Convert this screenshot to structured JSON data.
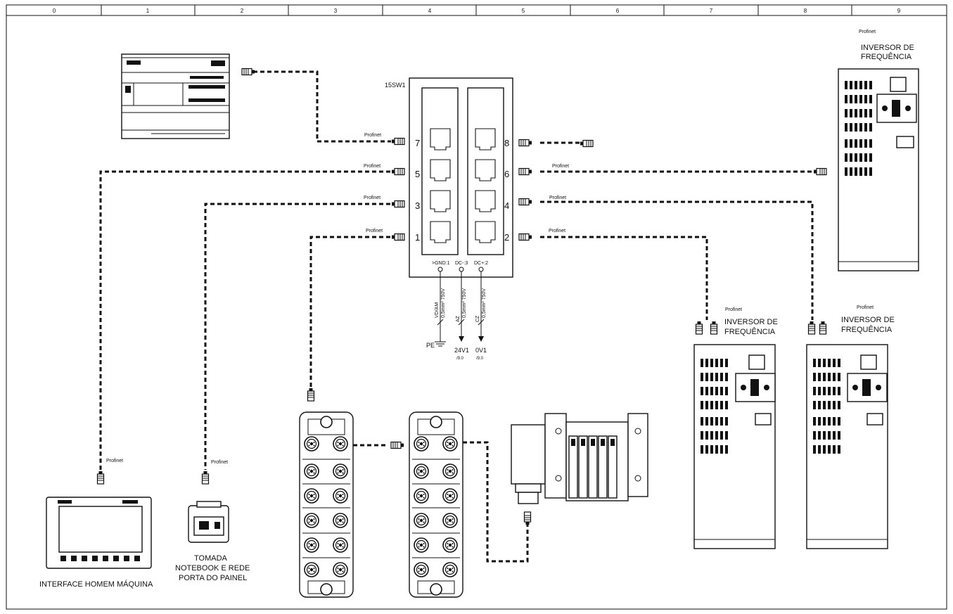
{
  "grid_columns": [
    "0",
    "1",
    "2",
    "3",
    "4",
    "5",
    "6",
    "7",
    "8",
    "9"
  ],
  "switch": {
    "tag": "15SW1",
    "ports": {
      "p7": "7",
      "p5": "5",
      "p3": "3",
      "p1": "1",
      "p8": "8",
      "p6": "6",
      "p4": "4",
      "p2": "2"
    },
    "power_terminals": {
      "gnd": ">GND:1",
      "dcm": "DC-:3",
      "dcp": "DC+:2"
    }
  },
  "protocol_label": "Profinet",
  "wires": {
    "w1": {
      "code": "VD/AM",
      "spec": "0,5mm² 750V"
    },
    "w2": {
      "code": "AZ",
      "spec": "0,5mm² 750V"
    },
    "w3": {
      "code": "CZ",
      "spec": "0,5mm² 750V"
    }
  },
  "power": {
    "pe": "PE",
    "v24": {
      "name": "24V1",
      "ref": "/9.0"
    },
    "v0": {
      "name": "0V1",
      "ref": "/9.0"
    }
  },
  "devices": {
    "vfd_top": {
      "line1": "INVERSOR DE",
      "line2": "FREQUÊNCIA"
    },
    "vfd_mid": {
      "line1": "INVERSOR DE",
      "line2": "FREQUÊNCIA"
    },
    "vfd_right": {
      "line1": "INVERSOR DE",
      "line2": "FREQUÊNCIA"
    },
    "hmi": {
      "label": "INTERFACE HOMEM MÁQUINA"
    },
    "socket": {
      "line1": "TOMADA",
      "line2": "NOTEBOOK E REDE",
      "line3": "PORTA DO PAINEL"
    }
  }
}
